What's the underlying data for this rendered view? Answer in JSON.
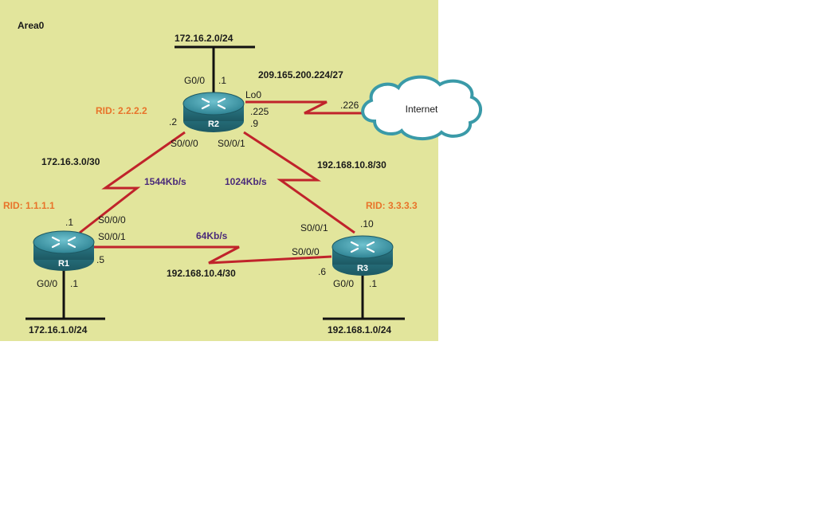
{
  "area_label": "Area0",
  "colors": {
    "area_bg": "#e2e59c",
    "link": "#c0232b",
    "rid": "#e8732a",
    "bandwidth": "#4a2a7a",
    "router_body": "#2e7f8c",
    "router_top": "#4ea6b4"
  },
  "networks": {
    "r2_lan": "172.16.2.0/24",
    "r1_lan": "172.16.1.0/24",
    "r3_lan": "192.168.1.0/24",
    "r1_r2": "172.16.3.0/30",
    "r2_r3": "192.168.10.8/30",
    "r1_r3": "192.168.10.4/30",
    "internet": "209.165.200.224/27"
  },
  "bandwidth": {
    "r1_r2": "1544Kb/s",
    "r2_r3": "1024Kb/s",
    "r1_r3": "64Kb/s"
  },
  "routers": {
    "r1": {
      "name": "R1",
      "rid": "RID: 1.1.1.1",
      "g00_if": "G0/0",
      "g00_host": ".1",
      "s000_if": "S0/0/0",
      "s000_host": ".1",
      "s001_if": "S0/0/1",
      "s001_host": ".5"
    },
    "r2": {
      "name": "R2",
      "rid": "RID: 2.2.2.2",
      "g00_if": "G0/0",
      "g00_host": ".1",
      "lo0_if": "Lo0",
      "lo0_host": ".225",
      "s000_if": "S0/0/0",
      "s000_host": ".2",
      "s001_if": "S0/0/1",
      "s001_host": ".9"
    },
    "r3": {
      "name": "R3",
      "rid": "RID: 3.3.3.3",
      "g00_if": "G0/0",
      "g00_host": ".1",
      "s000_if": "S0/0/0",
      "s000_host": ".6",
      "s001_if": "S0/0/1",
      "s001_host": ".10"
    }
  },
  "internet": {
    "label": "Internet",
    "host": ".226"
  }
}
